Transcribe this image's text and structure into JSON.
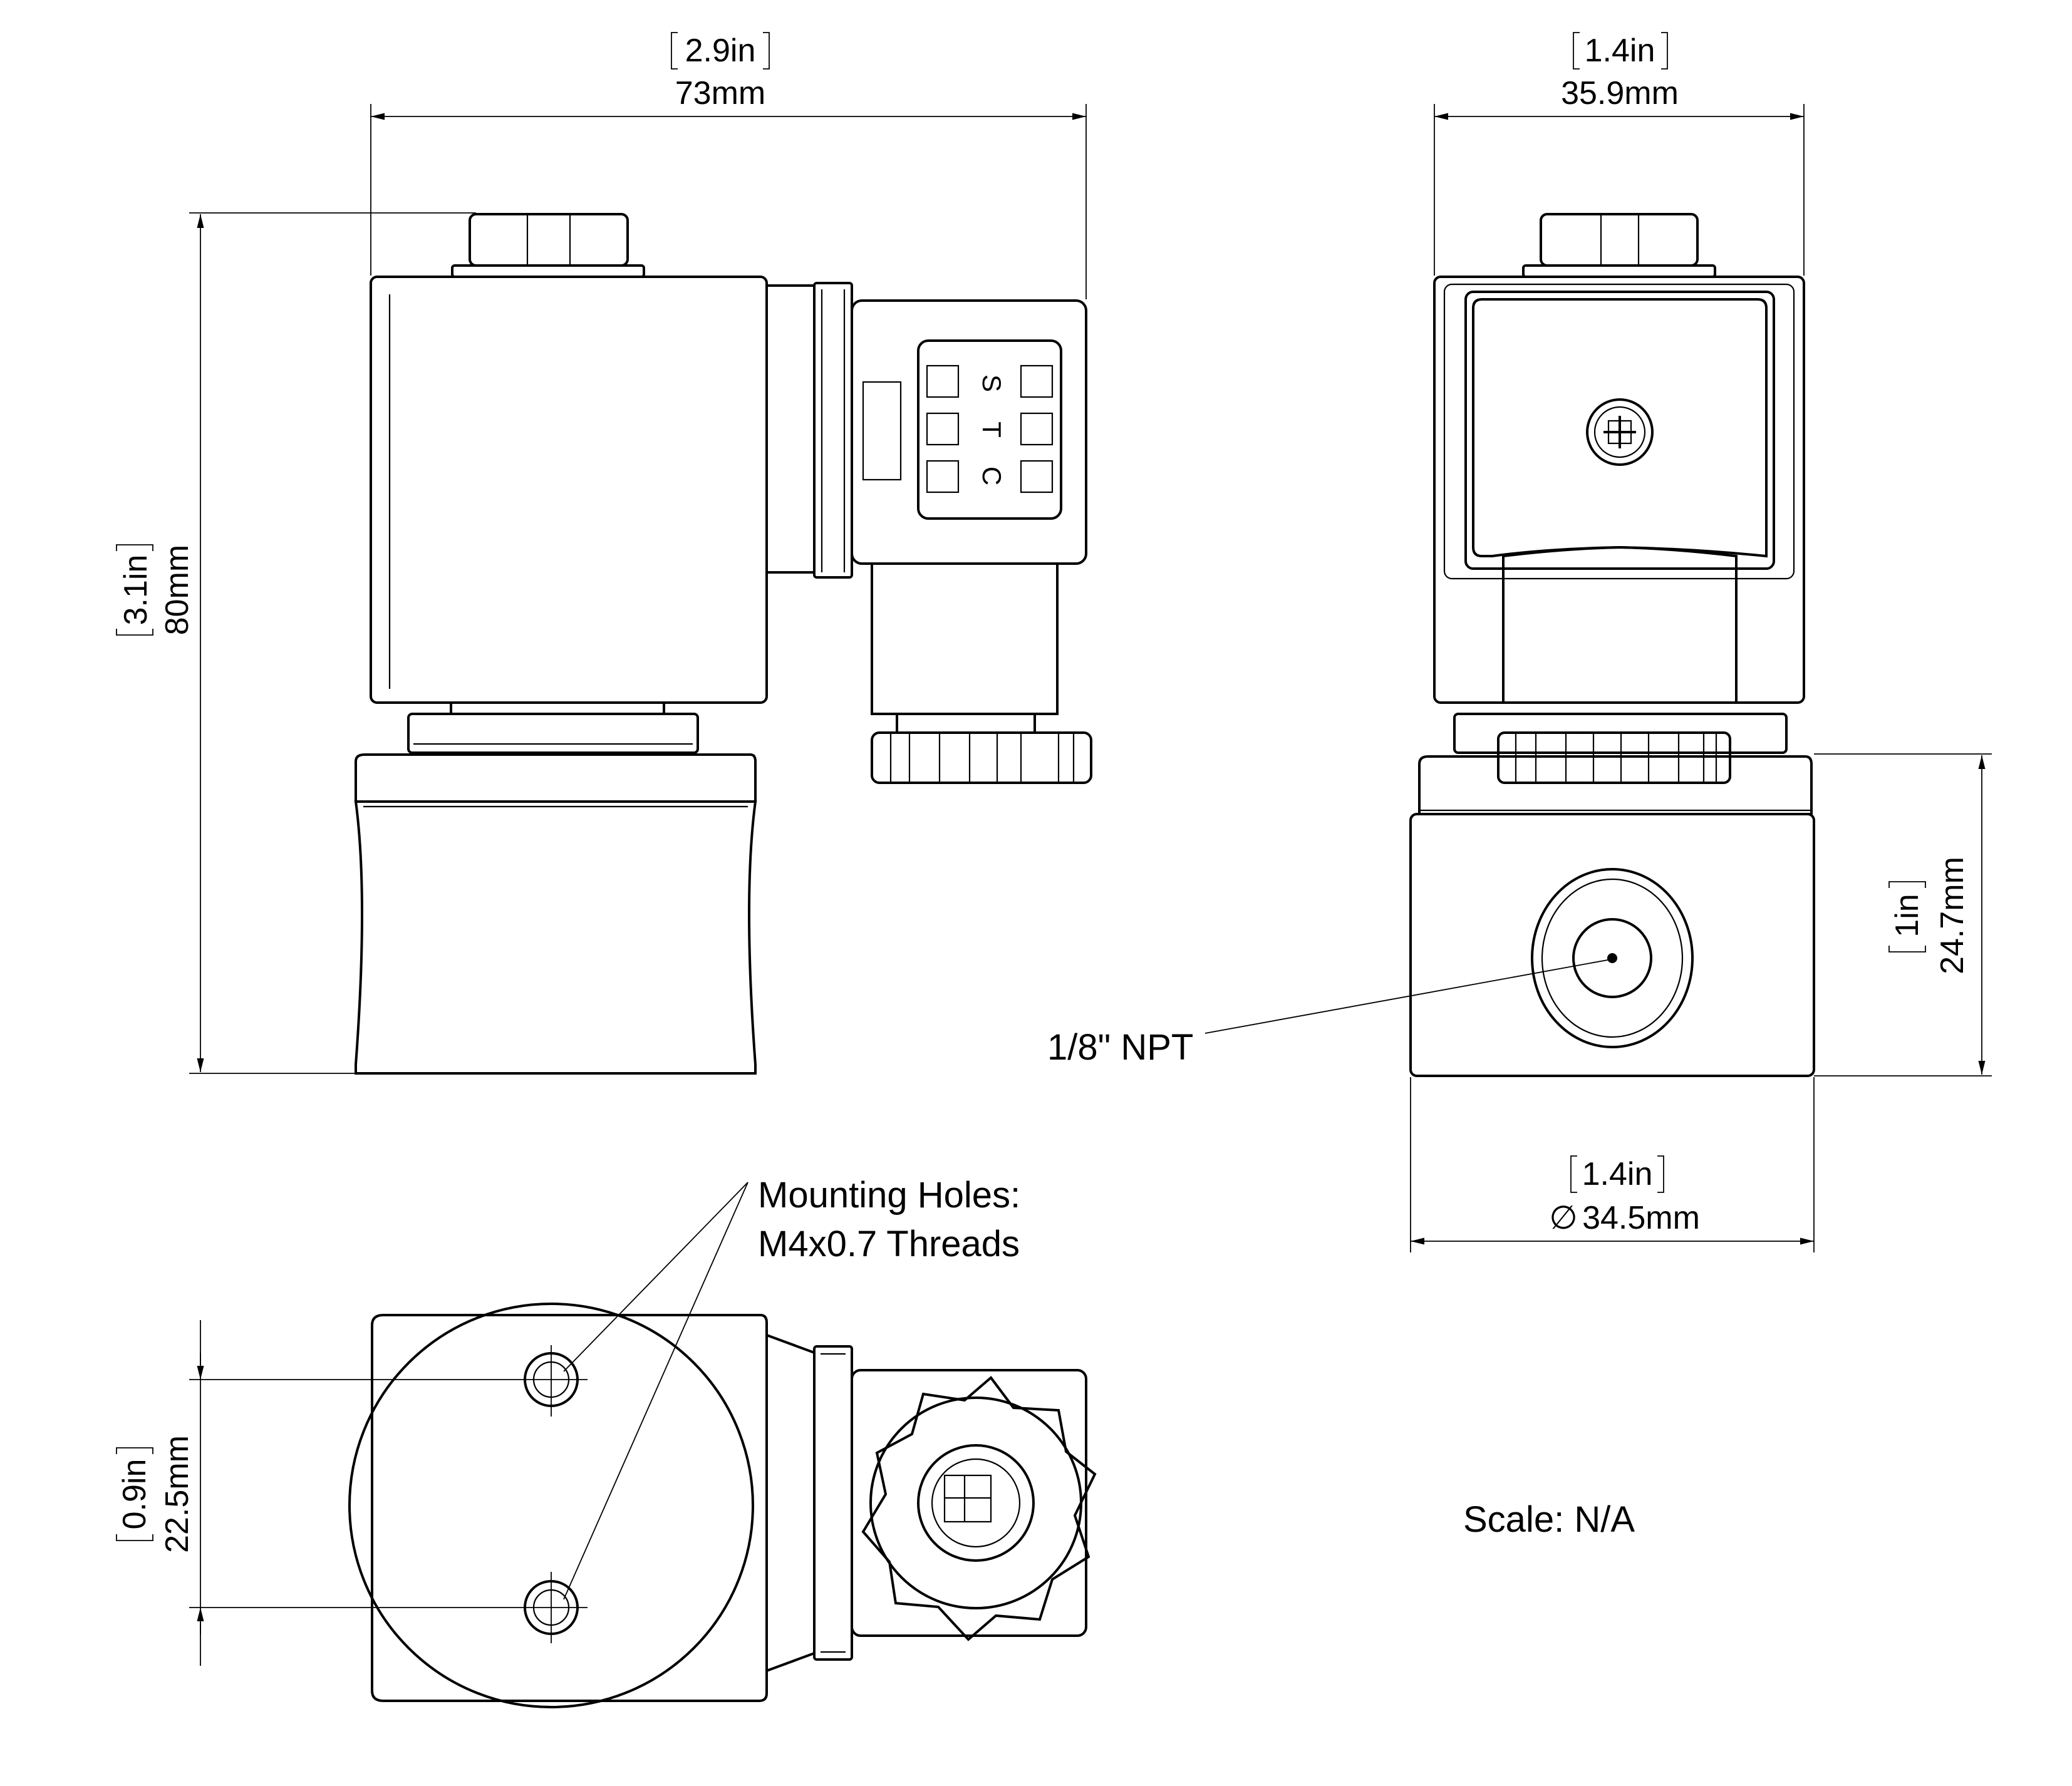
{
  "dimensions": {
    "side_width": {
      "inch": "2.9in",
      "mm": "73mm"
    },
    "side_height": {
      "inch": "3.1in",
      "mm": "80mm"
    },
    "front_width": {
      "inch": "1.4in",
      "mm": "35.9mm"
    },
    "body_height": {
      "inch": "1in",
      "mm": "24.7mm"
    },
    "body_diameter": {
      "inch": "1.4in",
      "symbol": "∅",
      "mm": "34.5mm"
    },
    "hole_spacing": {
      "inch": "0.9in",
      "mm": "22.5mm"
    }
  },
  "connector_pins": [
    "S",
    "T",
    "C"
  ],
  "labels": {
    "port": "1/8\" NPT",
    "mounting_line1": "Mounting Holes:",
    "mounting_line2": "M4x0.7 Threads",
    "scale": "Scale: N/A"
  }
}
